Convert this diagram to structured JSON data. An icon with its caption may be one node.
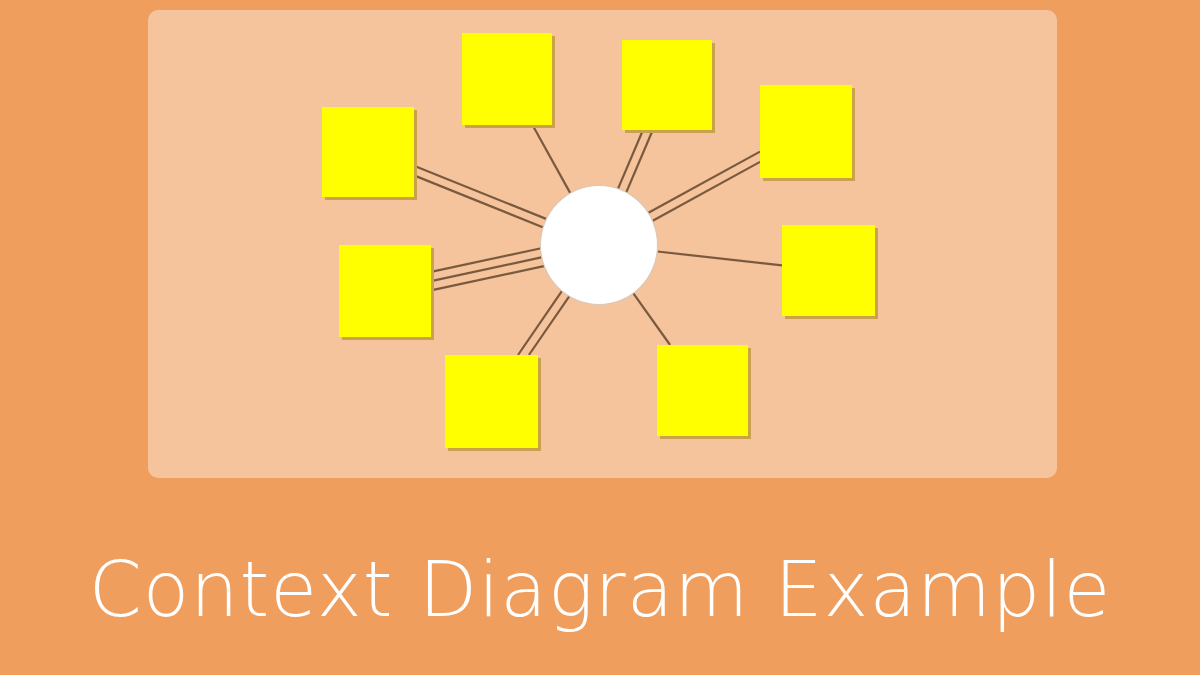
{
  "diagram": {
    "title": "Context Diagram Example",
    "nodes": [
      {
        "text": [],
        "shape": "box"
      },
      {
        "text": [],
        "shape": "box"
      },
      {
        "text": [],
        "shape": "box"
      },
      {
        "text": [],
        "shape": "box"
      },
      {
        "text": [],
        "shape": "circle"
      },
      {
        "text": [],
        "shape": "box"
      },
      {
        "text": [],
        "shape": "box"
      },
      {
        "text": [],
        "shape": "box"
      },
      {
        "text": [],
        "shape": "box"
      }
    ],
    "edges": [
      {
        "from": 0,
        "to": 4,
        "arrow": "none"
      },
      {
        "from": 1,
        "to": 4,
        "arrow": "none"
      },
      {
        "from": 1,
        "to": 4,
        "arrow": "none"
      },
      {
        "from": 2,
        "to": 4,
        "arrow": "none"
      },
      {
        "from": 2,
        "to": 4,
        "arrow": "none"
      },
      {
        "from": 3,
        "to": 4,
        "arrow": "none"
      },
      {
        "from": 3,
        "to": 4,
        "arrow": "none"
      },
      {
        "from": 5,
        "to": 4,
        "arrow": "none"
      },
      {
        "from": 6,
        "to": 4,
        "arrow": "none"
      },
      {
        "from": 6,
        "to": 4,
        "arrow": "none"
      },
      {
        "from": 6,
        "to": 4,
        "arrow": "none"
      },
      {
        "from": 7,
        "to": 4,
        "arrow": "none"
      },
      {
        "from": 8,
        "to": 4,
        "arrow": "none"
      },
      {
        "from": 8,
        "to": 4,
        "arrow": "none"
      }
    ]
  }
}
